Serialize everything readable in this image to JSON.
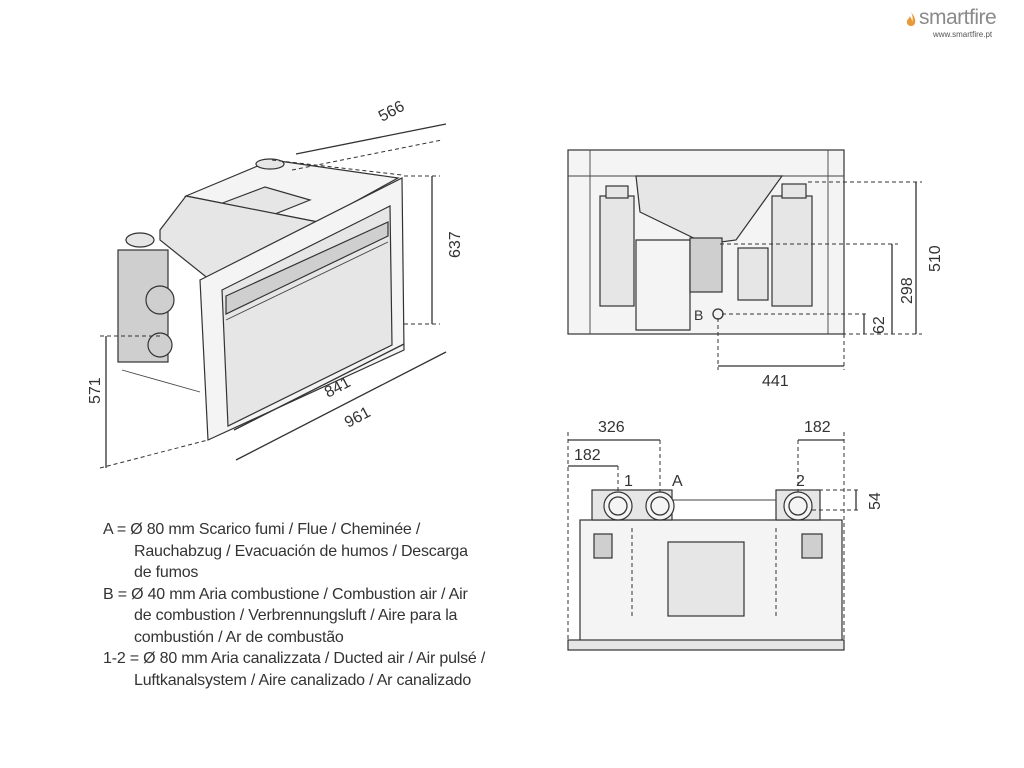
{
  "brand": {
    "name": "smartfire",
    "url": "www.smartfire.pt"
  },
  "perspective_view": {
    "dimensions": {
      "depth": "566",
      "height": "637",
      "lower_height": "571",
      "inner_width": "841",
      "total_width": "961"
    }
  },
  "side_view": {
    "dimensions": {
      "height": "510",
      "inlet_height": "298",
      "inlet_offset": "62",
      "inlet_distance": "441"
    },
    "labels": {
      "b": "B"
    }
  },
  "top_view": {
    "dimensions": {
      "outer_offset": "326",
      "inner_offset": "182",
      "right_offset": "182",
      "pipe_height": "54"
    },
    "labels": {
      "one": "1",
      "a": "A",
      "two": "2"
    }
  },
  "legend": {
    "a": [
      "A = Ø 80 mm  Scarico fumi / Flue / Cheminée /",
      "Rauchabzug / Evacuación de humos / Descarga",
      "de fumos"
    ],
    "b": [
      "B = Ø 40 mm  Aria combustione / Combustion air / Air",
      "de combustion / Verbrennungsluft  / Aire para la",
      "combustión / Ar de combustão"
    ],
    "c": [
      "1-2 = Ø 80 mm  Aria canalizzata / Ducted air / Air pulsé /",
      "Luftkanalsystem / Aire canalizado / Ar canalizado"
    ]
  }
}
